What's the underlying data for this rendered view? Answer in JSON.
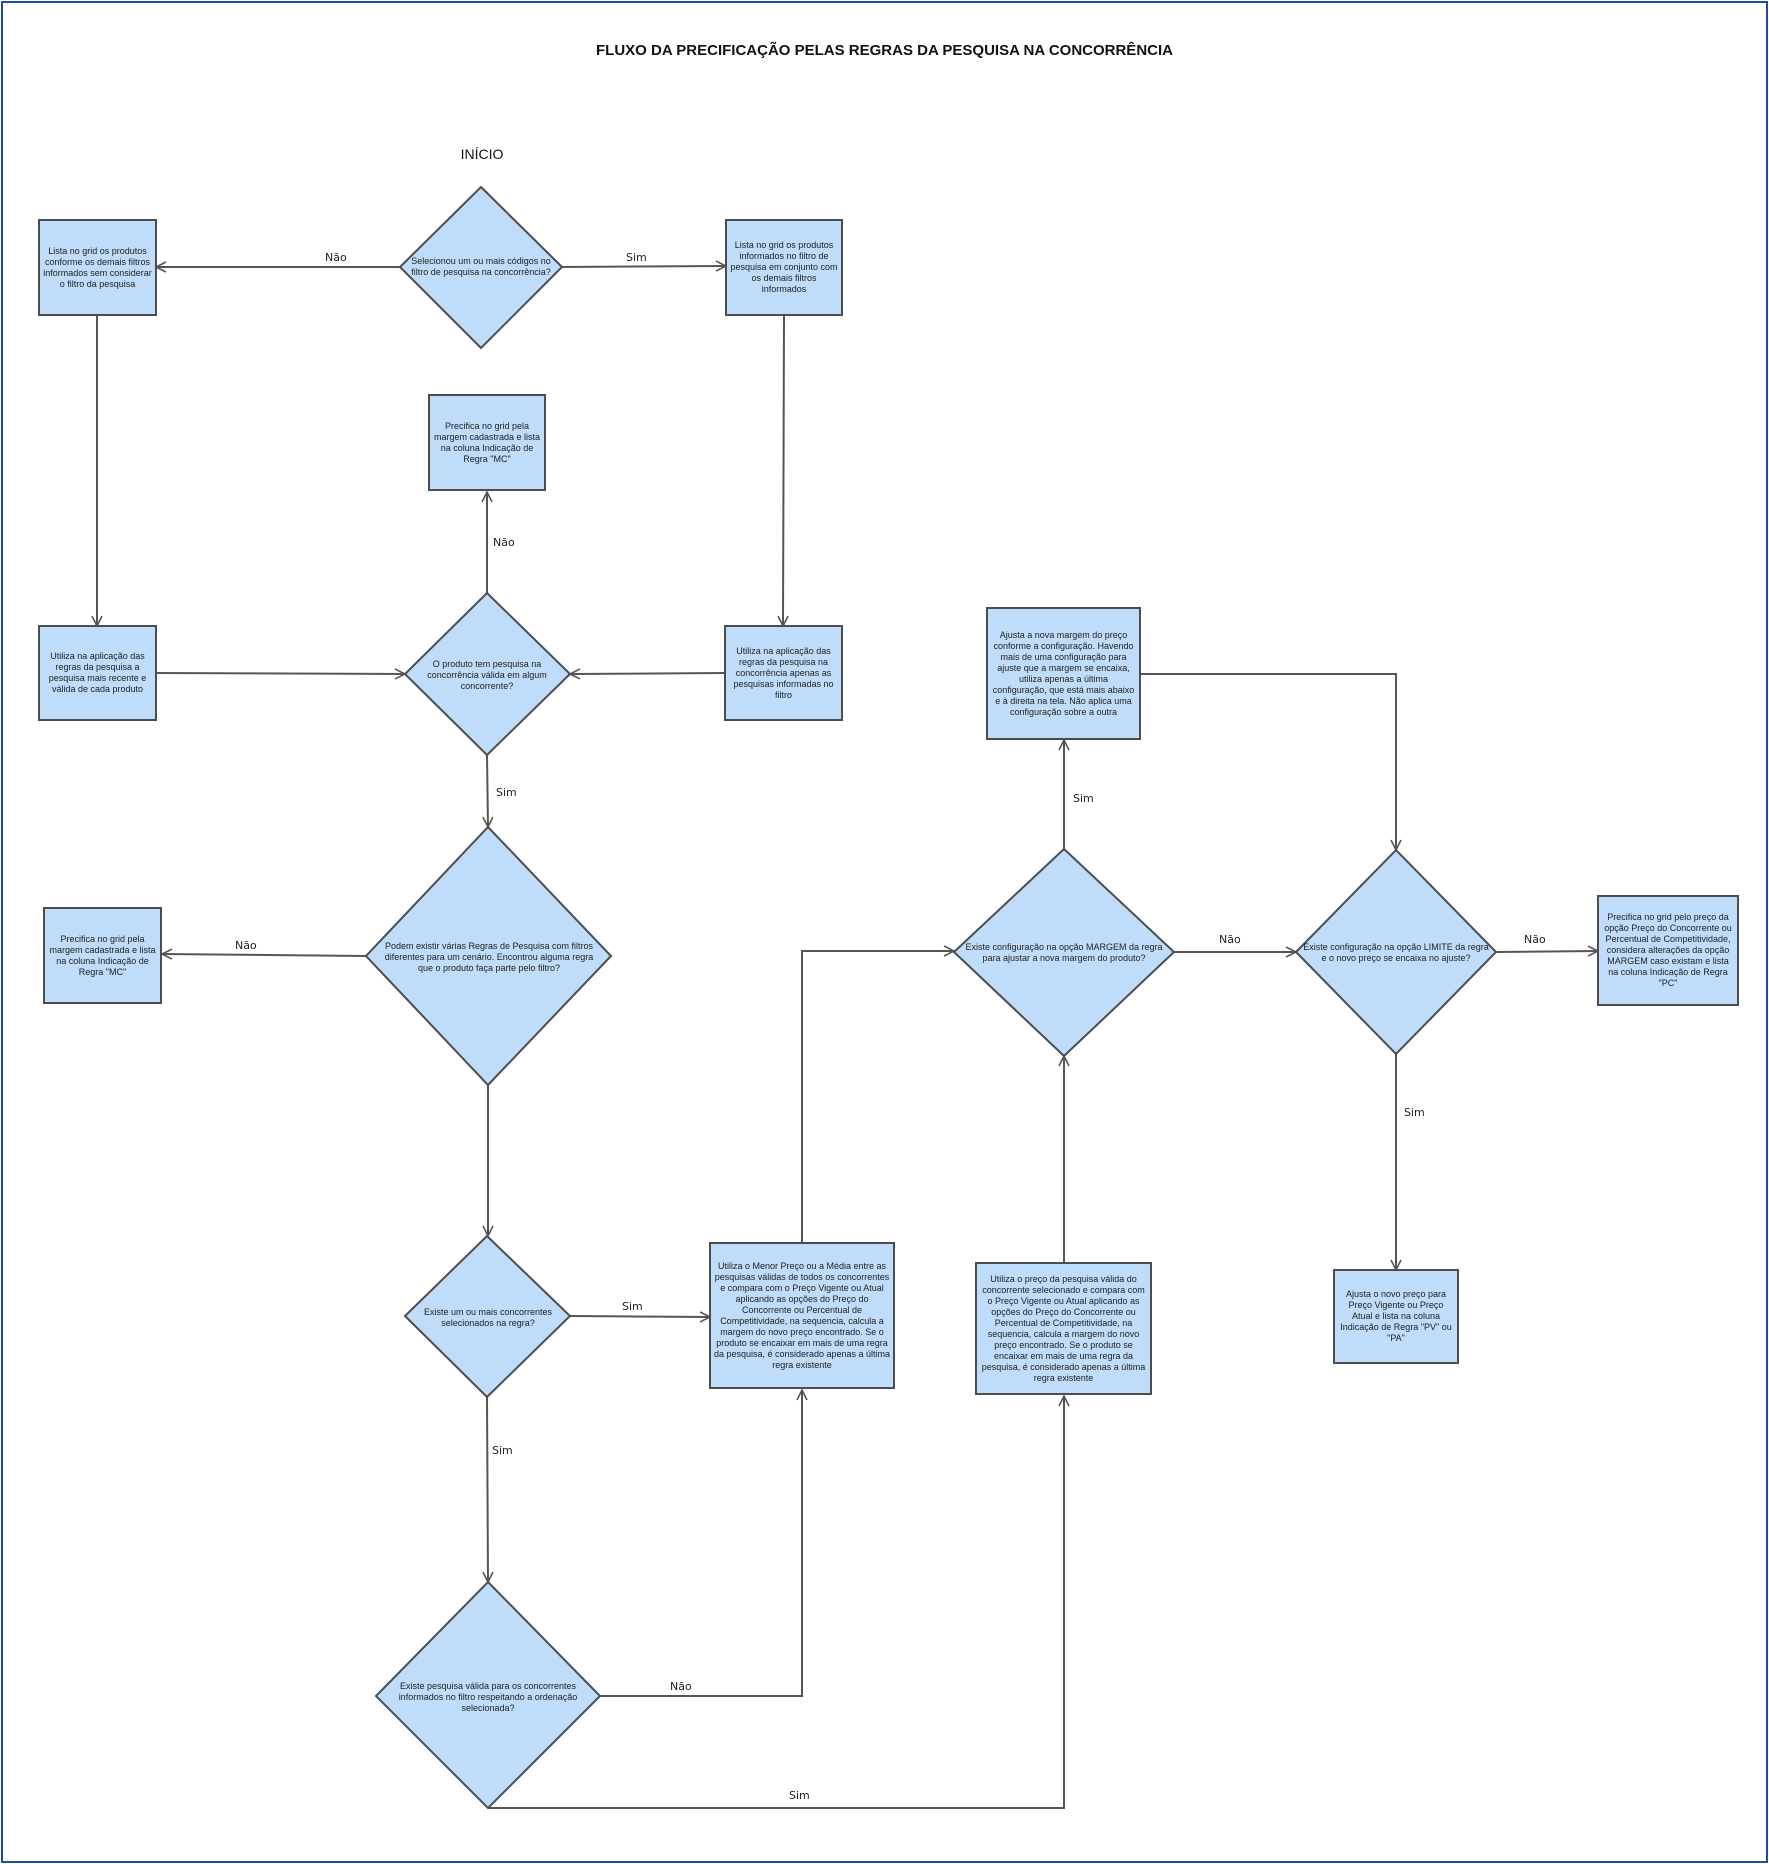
{
  "title": "FLUXO DA PRECIFICAÇÃO PELAS REGRAS DA PESQUISA NA CONCORRÊNCIA",
  "start_label": "INÍCIO",
  "nodes": {
    "d1": "Selecionou um ou mais códigos no filtro de pesquisa na concorrência?",
    "b_left_list": "Lista no grid os produtos conforme os demais filtros informados sem considerar o filtro da pesquisa",
    "b_right_list": "Lista no grid os produtos informados no filtro de pesquisa em conjunto com os demais filtros informados",
    "b_mc_top": "Precifica no grid pela margem cadastrada e lista na coluna Indicação de Regra \"MC\"",
    "b_left_util": "Utiliza na aplicação das regras da pesquisa a pesquisa mais recente e válida de cada produto",
    "d2": "O produto tem pesquisa na concorrência válida em algum concorrente?",
    "b_right_util": "Utiliza na aplicação das regras da pesquisa na concorrência apenas as pesquisas informadas no filtro",
    "d3": "Podem existir várias Regras de Pesquisa com filtros diferentes para um cenário. Encontrou alguma regra que o produto faça parte pelo filtro?",
    "b_mc_mid": "Precifica no grid pela margem cadastrada e lista na coluna Indicação de Regra \"MC\"",
    "d4": "Existe um ou mais concorrentes selecionados na regra?",
    "b_menor": "Utiliza o Menor Preço ou a Média entre as pesquisas válidas de todos os concorrentes e compara com o Preço Vigente ou Atual aplicando as opções do Preço do Concorrente ou Percentual de Competitividade, na sequencia, calcula a margem do novo preço encontrado. Se o produto se encaixar em mais de uma regra da pesquisa, é considerado apenas a última regra existente",
    "d5": "Existe pesquisa válida para os concorrentes informados no filtro respeitando a ordenação selecionada?",
    "b_conc": "Utiliza o preço da pesquisa válida do concorrente selecionado e compara com o Preço Vigente ou Atual aplicando as opções do Preço do Concorrente ou Percentual de Competitividade, na sequencia, calcula a margem do novo preço encontrado. Se o produto se encaixar em mais de uma regra da pesquisa, é considerado apenas a última regra existente",
    "d6": "Existe configuração na opção MARGEM da regra para ajustar a nova margem do produto?",
    "b_ajusta_margem": "Ajusta a nova margem do preço conforme a configuração. Havendo mais de uma configuração para ajuste que a margem se encaixa, utiliza apenas a última configuração, que está mais abaixo e à direita na tela. Não aplica uma configuração sobre a outra",
    "d7": "Existe configuração na opção LIMITE da regra e o novo preço se encaixa no ajuste?",
    "b_pc": "Precifica no grid pelo preço da opção Preço do Concorrente ou Percentual de Competitividade, considera alterações da opção MARGEM caso existam e lista na coluna Indicação de Regra \"PC\"",
    "b_pv": "Ajusta o novo preço para Preço Vigente ou Preço Atual e lista na coluna Indicação de Regra \"PV\" ou \"PA\""
  },
  "labels": {
    "d1_no": "Não",
    "d1_yes": "Sim",
    "d2_no": "Não",
    "d2_yes": "Sim",
    "d3_no": "Não",
    "d4_yes_right": "Sim",
    "d4_yes_down": "Sim",
    "d5_no": "Não",
    "d5_yes": "Sim",
    "d6_yes": "Sim",
    "d6_no": "Não",
    "d7_no": "Não",
    "d7_yes": "Sim"
  }
}
